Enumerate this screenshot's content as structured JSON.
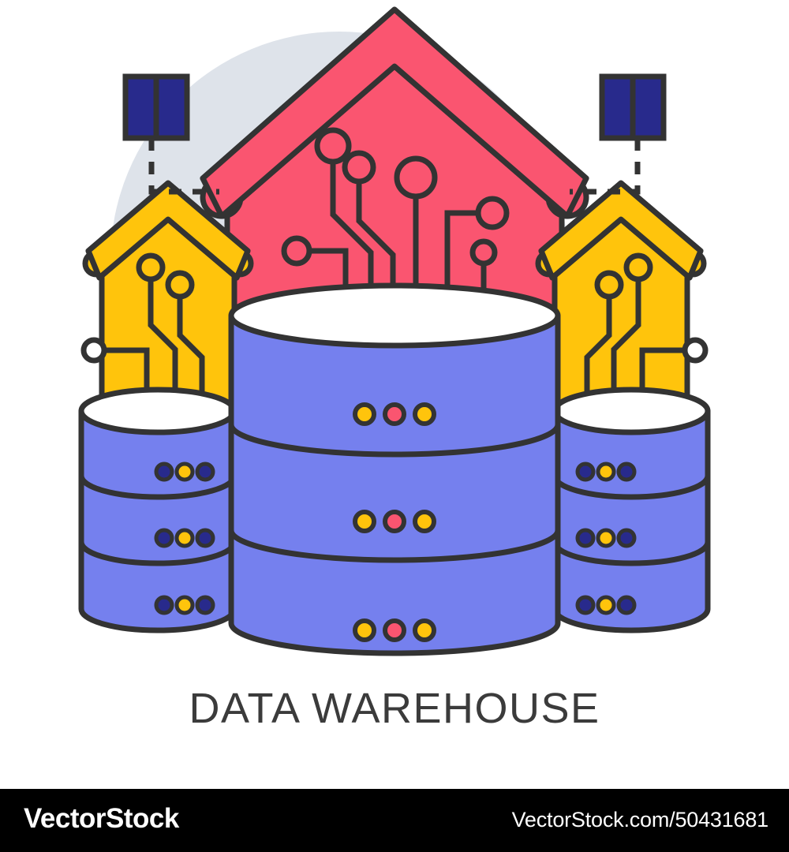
{
  "caption": {
    "title": "DATA WAREHOUSE"
  },
  "footer": {
    "brand": "VectorStock",
    "url": "VectorStock.com/50431681"
  },
  "illustration": {
    "subject": "data-warehouse-illustration",
    "background_shape": "backdrop-ellipse",
    "palette": {
      "pink": "#FA5570",
      "yellow": "#FFC40C",
      "periwinkle": "#7580EE",
      "navy": "#282A8C",
      "outline": "#333333",
      "backdrop": "#DEE3EA",
      "white": "#FFFFFF",
      "caption": "#3B3B3B",
      "footer_bg": "#000000",
      "footer_text": "#FFFFFF"
    },
    "elements": {
      "center_house_label": "center-pink-house",
      "left_house_label": "left-yellow-house",
      "right_house_label": "right-yellow-house",
      "center_database_label": "center-database-cylinder",
      "left_database_label": "left-database-cylinder",
      "right_database_label": "right-database-cylinder",
      "left_module_label": "left-server-module",
      "right_module_label": "right-server-module"
    },
    "center_database": {
      "segments": 3,
      "led_rows": [
        [
          "#FFC40C",
          "#FA5570",
          "#FFC40C"
        ],
        [
          "#FFC40C",
          "#FA5570",
          "#FFC40C"
        ],
        [
          "#FFC40C",
          "#FA5570",
          "#FFC40C"
        ]
      ]
    },
    "side_database": {
      "segments": 3,
      "led_rows": [
        [
          "#282A8C",
          "#FFC40C",
          "#282A8C"
        ],
        [
          "#282A8C",
          "#FFC40C",
          "#282A8C"
        ],
        [
          "#282A8C",
          "#FFC40C",
          "#282A8C"
        ]
      ]
    },
    "circuit_nodes": {
      "center_count": 6,
      "left_house_count": 3,
      "right_house_count": 3
    }
  }
}
